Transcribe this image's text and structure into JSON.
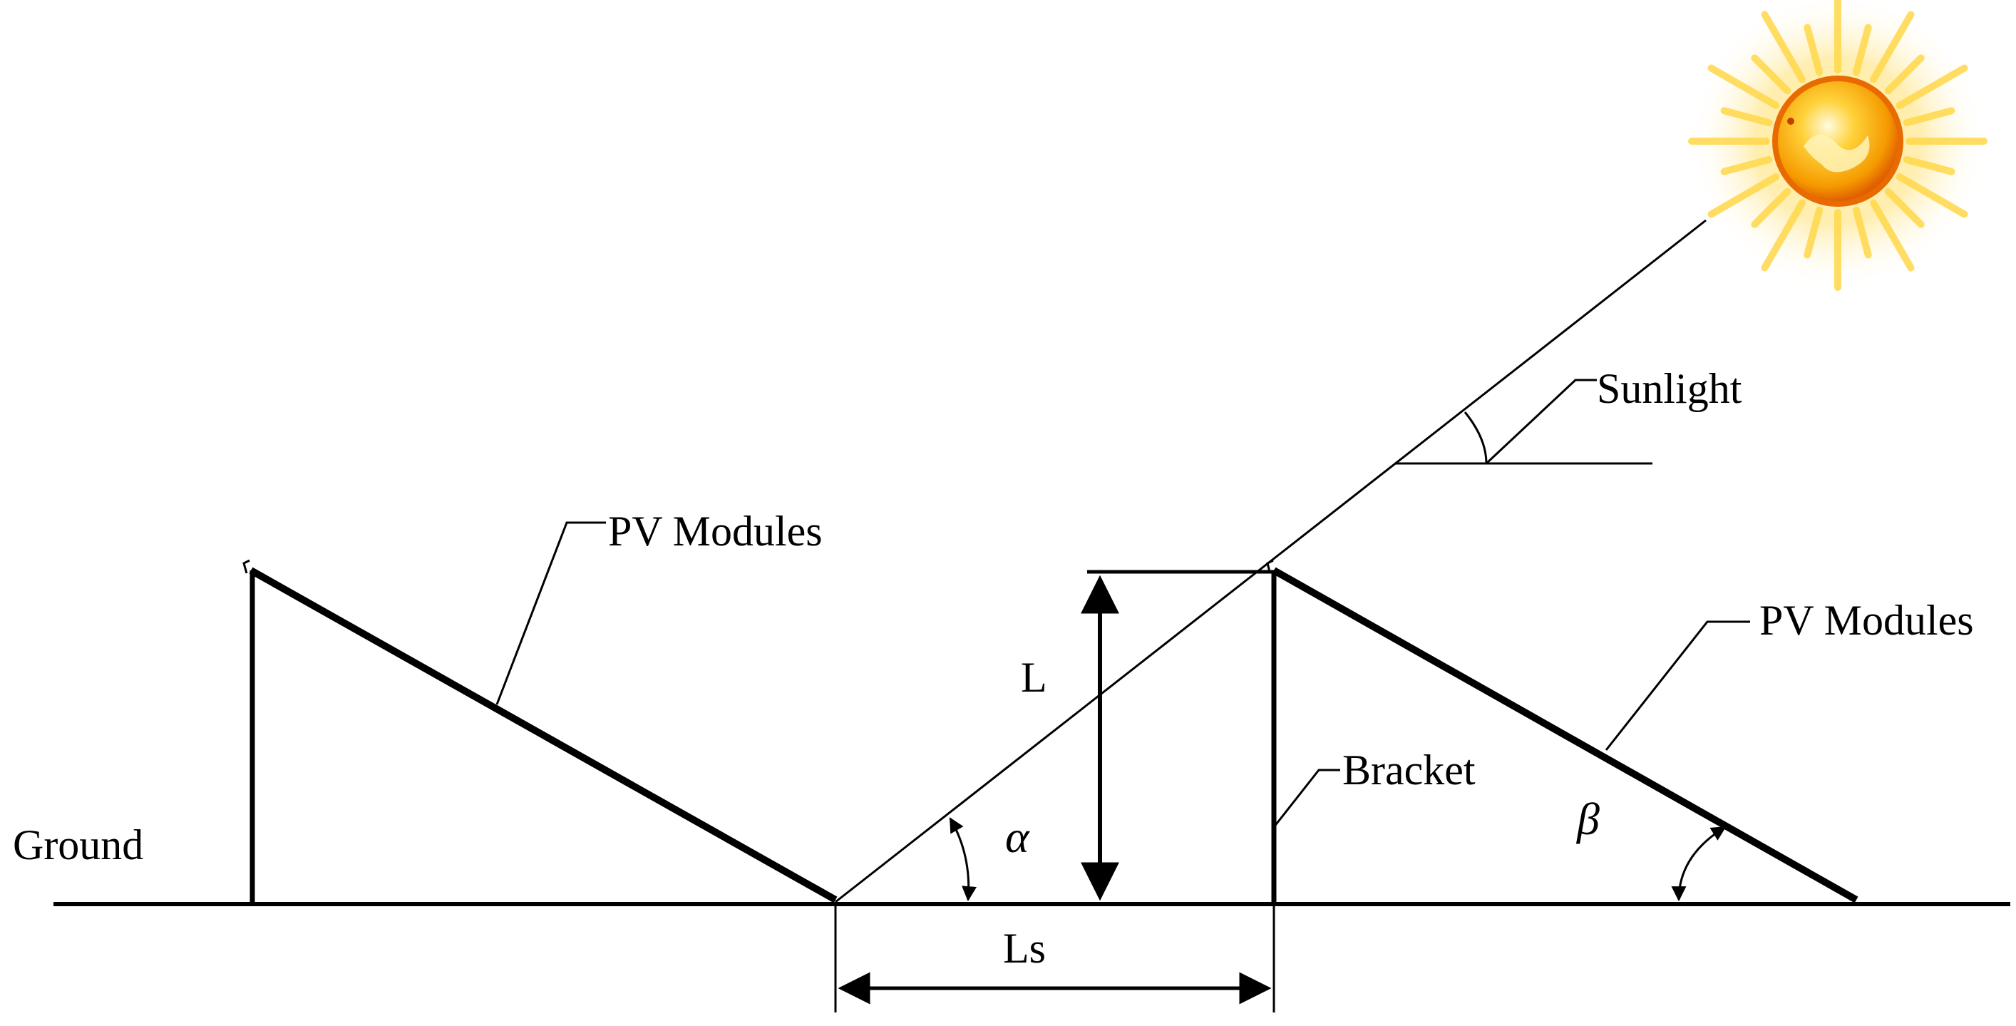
{
  "labels": {
    "sunlight": "Sunlight",
    "pv_modules_left": "PV Modules",
    "pv_modules_right": "PV Modules",
    "bracket": "Bracket",
    "ground": "Ground",
    "height": "L",
    "spacing": "Ls",
    "alpha": "α",
    "beta": "β"
  },
  "colors": {
    "line": "#000000",
    "sun_core": "#f7b500",
    "sun_rim": "#e86a00",
    "sun_rays": "#ffd84a"
  },
  "icons": {
    "sun": "sun-icon"
  }
}
